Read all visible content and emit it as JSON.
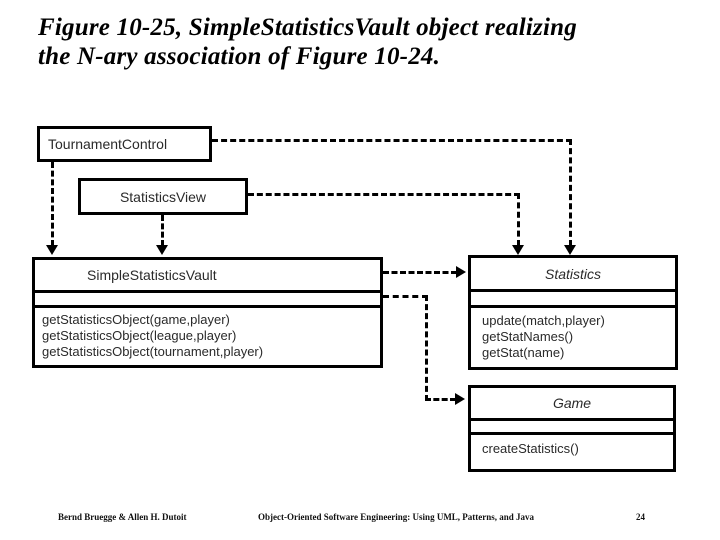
{
  "title": {
    "line1": "Figure 10-25, SimpleStatisticsVault object realizing",
    "line2": "the N-ary association of Figure 10-24."
  },
  "classes": {
    "tournament_control": {
      "name": "TournamentControl"
    },
    "statistics_view": {
      "name": "StatisticsView"
    },
    "simple_statistics_vault": {
      "name": "SimpleStatisticsVault",
      "attributes": [],
      "operations": [
        "getStatisticsObject(game,player)",
        "getStatisticsObject(league,player)",
        "getStatisticsObject(tournament,player)"
      ]
    },
    "statistics": {
      "name": "Statistics",
      "attributes": [],
      "operations": [
        "update(match,player)",
        "getStatNames()",
        "getStat(name)"
      ]
    },
    "game": {
      "name": "Game",
      "attributes": [],
      "operations": [
        "createStatistics()"
      ]
    }
  },
  "connectors": [
    "tournamentcontrol-to-simplestatisticsvault",
    "statisticsview-to-simplestatisticsvault",
    "tournamentcontrol-to-statistics",
    "statisticsview-to-statistics",
    "simplestatisticsvault-to-statistics",
    "simplestatisticsvault-to-game"
  ],
  "footer": {
    "authors": "Bernd Bruegge & Allen H. Dutoit",
    "book": "Object-Oriented Software Engineering: Using UML, Patterns, and Java",
    "page": "24"
  },
  "colors": {
    "background": "#ffffff",
    "ink": "#000000",
    "text": "#2a2a2a"
  }
}
